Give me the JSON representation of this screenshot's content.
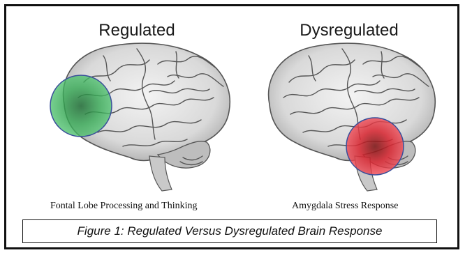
{
  "panels": {
    "left": {
      "title": "Regulated",
      "caption": "Fontal Lobe Processing and Thinking",
      "highlight_color": "#2ea043"
    },
    "right": {
      "title": "Dysregulated",
      "caption": "Amygdala Stress Response",
      "highlight_color": "#e0303a"
    }
  },
  "figure_caption": "Figure 1: Regulated Versus Dysregulated Brain Response"
}
